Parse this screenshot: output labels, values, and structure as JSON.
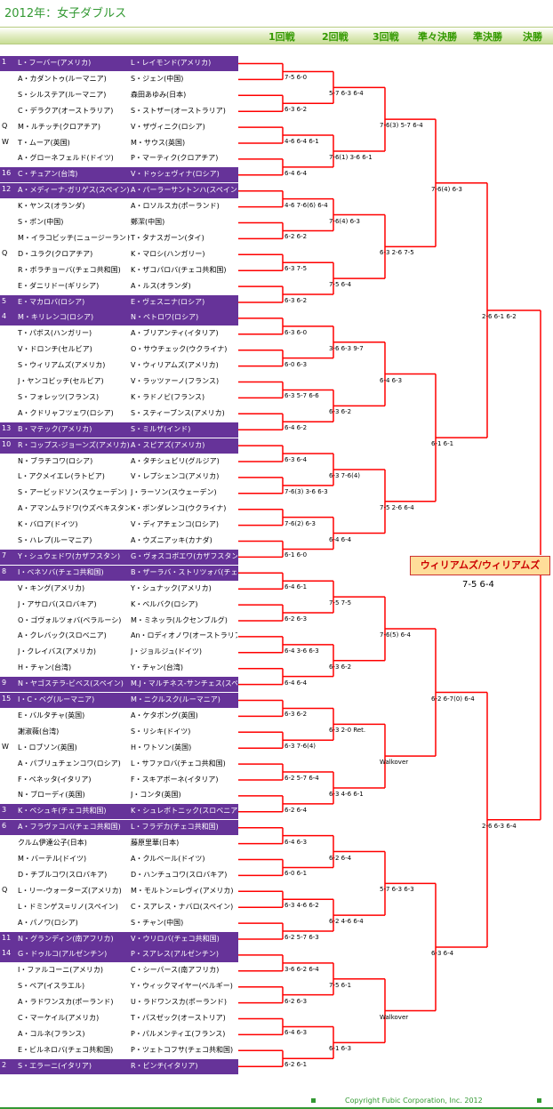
{
  "title": "2012年：女子ダブルス",
  "rounds": [
    "1回戦",
    "2回戦",
    "3回戦",
    "準々決勝",
    "準決勝",
    "決勝"
  ],
  "pairs": [
    {
      "s": "1",
      "a": "L・フーバー(アメリカ)",
      "b": "L・レイモンド(アメリカ)",
      "seed": true
    },
    {
      "s": "",
      "a": "A・カダントゥ(ルーマニア)",
      "b": "S・ジェン(中国)",
      "seed": false
    },
    {
      "s": "",
      "a": "S・シルステア(ルーマニア)",
      "b": "森田あゆみ(日本)",
      "seed": false
    },
    {
      "s": "",
      "a": "C・デラクア(オーストラリア)",
      "b": "S・ストザー(オーストラリア)",
      "seed": false
    },
    {
      "s": "Q",
      "a": "M・ルチッチ(クロアチア)",
      "b": "V・ザヴィニク(ロシア)",
      "seed": false
    },
    {
      "s": "W",
      "a": "T・ムーア(英国)",
      "b": "M・サウス(英国)",
      "seed": false
    },
    {
      "s": "",
      "a": "A・グローネフェルド(ドイツ)",
      "b": "P・マーティク(クロアチア)",
      "seed": false
    },
    {
      "s": "16",
      "a": "C・チュアン(台湾)",
      "b": "V・ドゥシェヴィナ(ロシア)",
      "seed": true
    },
    {
      "s": "12",
      "a": "A・メディーナ-ガリゲス(スペイン)",
      "b": "A・パーラーサントンハ(スペイン)",
      "seed": true
    },
    {
      "s": "",
      "a": "K・ヤンス(オランダ)",
      "b": "A・ロソルスカ(ポーランド)",
      "seed": false
    },
    {
      "s": "",
      "a": "S・ポン(中国)",
      "b": "鄭潔(中国)",
      "seed": false
    },
    {
      "s": "",
      "a": "M・イラコビッチ(ニュージーランド)",
      "b": "T・タナスガーン(タイ)",
      "seed": false
    },
    {
      "s": "Q",
      "a": "D・ユラク(クロアチア)",
      "b": "K・マロシ(ハンガリー)",
      "seed": false
    },
    {
      "s": "",
      "a": "R・ボラチョーバ(チェコ共和国)",
      "b": "K・ザコパロバ(チェコ共和国)",
      "seed": false
    },
    {
      "s": "",
      "a": "E・ダニリドー(ギリシア)",
      "b": "A・ルス(オランダ)",
      "seed": false
    },
    {
      "s": "5",
      "a": "E・マカロバ(ロシア)",
      "b": "E・ヴェスニナ(ロシア)",
      "seed": true
    },
    {
      "s": "4",
      "a": "M・キリレンコ(ロシア)",
      "b": "N・ペトロワ(ロシア)",
      "seed": true
    },
    {
      "s": "",
      "a": "T・パボス(ハンガリー)",
      "b": "A・ブリアンティ(イタリア)",
      "seed": false
    },
    {
      "s": "",
      "a": "V・ドロンチ(セルビア)",
      "b": "O・サウチェック(ウクライナ)",
      "seed": false
    },
    {
      "s": "",
      "a": "S・ウィリアムズ(アメリカ)",
      "b": "V・ウィリアムズ(アメリカ)",
      "seed": false
    },
    {
      "s": "",
      "a": "J・ヤンコビッチ(セルビア)",
      "b": "V・ラッツァーノ(フランス)",
      "seed": false
    },
    {
      "s": "",
      "a": "S・フォレッツ(フランス)",
      "b": "K・ラドノビ(フランス)",
      "seed": false
    },
    {
      "s": "",
      "a": "A・クドリャフツェワ(ロシア)",
      "b": "S・スティーブンス(アメリカ)",
      "seed": false
    },
    {
      "s": "13",
      "a": "B・マテック(アメリカ)",
      "b": "S・ミルザ(インド)",
      "seed": true
    },
    {
      "s": "10",
      "a": "R・コップス-ジョーンズ(アメリカ)",
      "b": "A・スピアズ(アメリカ)",
      "seed": true
    },
    {
      "s": "",
      "a": "N・ブラチコワ(ロシア)",
      "b": "A・タチシュビリ(グルジア)",
      "seed": false
    },
    {
      "s": "",
      "a": "L・アクメイエレ(ラトビア)",
      "b": "V・レプシェンコ(アメリカ)",
      "seed": false
    },
    {
      "s": "",
      "a": "S・アービッドソン(スウェーデン)",
      "b": "J・ラーソン(スウェーデン)",
      "seed": false
    },
    {
      "s": "",
      "a": "A・アマンムラドワ(ウズベキスタン)",
      "b": "K・ボンダレンコ(ウクライナ)",
      "seed": false
    },
    {
      "s": "",
      "a": "K・バロア(ドイツ)",
      "b": "V・ディアチェンコ(ロシア)",
      "seed": false
    },
    {
      "s": "",
      "a": "S・ハレプ(ルーマニア)",
      "b": "A・ウズニアッキ(カナダ)",
      "seed": false
    },
    {
      "s": "7",
      "a": "Y・シュウェドワ(カザフスタン)",
      "b": "G・ヴォスコボエワ(カザフスタン)",
      "seed": true
    },
    {
      "s": "8",
      "a": "I・ベネソバ(チェコ共和国)",
      "b": "B・ザーラバ・ストリツォバ(チェコ共和国)",
      "seed": true
    },
    {
      "s": "",
      "a": "V・キング(アメリカ)",
      "b": "Y・シュナック(アメリカ)",
      "seed": false
    },
    {
      "s": "",
      "a": "J・アサロバ(スロバキア)",
      "b": "K・ベルバク(ロシア)",
      "seed": false
    },
    {
      "s": "",
      "a": "O・ゴヴォルツォバ(ベラルーシ)",
      "b": "M・ミネッラ(ルクセンブルグ)",
      "seed": false
    },
    {
      "s": "",
      "a": "A・クレバック(スロベニア)",
      "b": "An・ロディオノワ(オーストラリア)",
      "seed": false
    },
    {
      "s": "",
      "a": "J・クレイバス(アメリカ)",
      "b": "J・ジョルジュ(ドイツ)",
      "seed": false
    },
    {
      "s": "",
      "a": "H・チャン(台湾)",
      "b": "Y・チャン(台湾)",
      "seed": false
    },
    {
      "s": "9",
      "a": "N・ヤゴステラ-ビベス(スペイン)",
      "b": "M.J・マルチネス-サンチェス(スペイン)",
      "seed": true
    },
    {
      "s": "15",
      "a": "I・C・ベグ(ルーマニア)",
      "b": "M・ニクルスク(ルーマニア)",
      "seed": true
    },
    {
      "s": "",
      "a": "E・バルタチャ(英国)",
      "b": "A・ケタボング(英国)",
      "seed": false
    },
    {
      "s": "",
      "a": "謝淑薇(台湾)",
      "b": "S・リシキ(ドイツ)",
      "seed": false
    },
    {
      "s": "W",
      "a": "L・ロブソン(英国)",
      "b": "H・ワトソン(英国)",
      "seed": false
    },
    {
      "s": "",
      "a": "A・パブリュチェンコワ(ロシア)",
      "b": "L・サファロバ(チェコ共和国)",
      "seed": false
    },
    {
      "s": "",
      "a": "F・ペネッタ(イタリア)",
      "b": "F・スキアボーネ(イタリア)",
      "seed": false
    },
    {
      "s": "",
      "a": "N・ブローディ(英国)",
      "b": "J・コンタ(英国)",
      "seed": false
    },
    {
      "s": "3",
      "a": "K・ペシュキ(チェコ共和国)",
      "b": "K・シュレボトニック(スロベニア)",
      "seed": true
    },
    {
      "s": "6",
      "a": "A・フラヴァコバ(チェコ共和国)",
      "b": "L・フラデカ(チェコ共和国)",
      "seed": true
    },
    {
      "s": "",
      "a": "クルム伊達公子(日本)",
      "b": "藤原里華(日本)",
      "seed": false
    },
    {
      "s": "",
      "a": "M・バーテル(ドイツ)",
      "b": "A・クルベール(ドイツ)",
      "seed": false
    },
    {
      "s": "",
      "a": "D・チブルコワ(スロバキア)",
      "b": "D・ハンチュコワ(スロバキア)",
      "seed": false
    },
    {
      "s": "Q",
      "a": "L・リー-ウォーターズ(アメリカ)",
      "b": "M・モルトン=レヴィ(アメリカ)",
      "seed": false
    },
    {
      "s": "",
      "a": "L・ドミンゲス=リノ(スペイン)",
      "b": "C・スアレス・ナバロ(スペイン)",
      "seed": false
    },
    {
      "s": "",
      "a": "A・パノワ(ロシア)",
      "b": "S・チャン(中国)",
      "seed": false
    },
    {
      "s": "11",
      "a": "N・グランディン(南アフリカ)",
      "b": "V・ウリロバ(チェコ共和国)",
      "seed": true
    },
    {
      "s": "14",
      "a": "G・ドゥルコ(アルゼンチン)",
      "b": "P・スアレス(アルゼンチン)",
      "seed": true
    },
    {
      "s": "",
      "a": "I・ファルコーニ(アメリカ)",
      "b": "C・シーパース(南アフリカ)",
      "seed": false
    },
    {
      "s": "",
      "a": "S・ペア(イスラエル)",
      "b": "Y・ウィックマイヤー(ベルギー)",
      "seed": false
    },
    {
      "s": "",
      "a": "A・ラドワンスカ(ポーランド)",
      "b": "U・ラドワンスカ(ポーランド)",
      "seed": false
    },
    {
      "s": "",
      "a": "C・マーケイル(アメリカ)",
      "b": "T・パスゼック(オーストリア)",
      "seed": false
    },
    {
      "s": "",
      "a": "A・コルネ(フランス)",
      "b": "P・パルメンティエ(フランス)",
      "seed": false
    },
    {
      "s": "",
      "a": "E・ビルネロバ(チェコ共和国)",
      "b": "P・ツェトコフサ(チェコ共和国)",
      "seed": false
    },
    {
      "s": "2",
      "a": "S・エラーニ(イタリア)",
      "b": "R・ビンチ(イタリア)",
      "seed": true
    }
  ],
  "scores": {
    "r1": [
      "7-5 6-0",
      "6-3 6-2",
      "4-6 6-4 6-1",
      "6-4 6-4",
      "4-6 7-6(6) 6-4",
      "6-2 6-2",
      "6-3 7-5",
      "6-3 6-2",
      "6-3 6-0",
      "6-0 6-3",
      "6-3 5-7 6-6",
      "6-4 6-2",
      "6-3 6-4",
      "7-6(3) 3-6 6-3",
      "7-6(2) 6-3",
      "6-1 6-0",
      "6-4 6-1",
      "6-2 6-3",
      "6-4 3-6 6-3",
      "6-4 6-4",
      "6-3 6-2",
      "6-3 7-6(4)",
      "6-2 5-7 6-4",
      "6-2 6-4",
      "6-4 6-3",
      "6-0 6-1",
      "6-3 4-6 6-2",
      "6-2 5-7 6-3",
      "3-6 6-2 6-4",
      "6-2 6-3",
      "6-4 6-3",
      "6-2 6-1"
    ],
    "r2": [
      "5-7 6-3 6-4",
      "7-6(1) 3-6 6-1",
      "7-6(4) 6-3",
      "7-5 6-4",
      "3-6 6-3 9-7",
      "6-3 6-2",
      "6-3 7-6(4)",
      "6-4 6-4",
      "7-5 7-5",
      "6-3 6-2",
      "6-3 2-0 Ret.",
      "6-3 4-6 6-1",
      "6-2 6-4",
      "6-2 4-6 6-4",
      "7-5 6-1",
      "6-1 6-3"
    ],
    "r3": [
      "7-6(3) 5-7 6-4",
      "6-3 2-6 7-5",
      "6-4 6-3",
      "7-5 2-6 6-4",
      "7-6(5) 6-4",
      "Walkover",
      "5-7 6-3 6-3",
      "Walkover"
    ],
    "qf": [
      "7-6(4) 6-3",
      "6-1 6-1",
      "6-2 6-7(0) 6-4",
      "6-3 6-4"
    ],
    "sf": [
      "2-6 6-1 6-2",
      "2-6 6-3 6-4"
    ]
  },
  "champion": "ウィリアムズ/ウィリアムズ",
  "final_score": "7-5 6-4",
  "copyright": "Copyright Fubic Corporation, Inc. 2012",
  "colors": {
    "line": "#ff0000",
    "seed": "#663399",
    "accent": "#339933"
  }
}
